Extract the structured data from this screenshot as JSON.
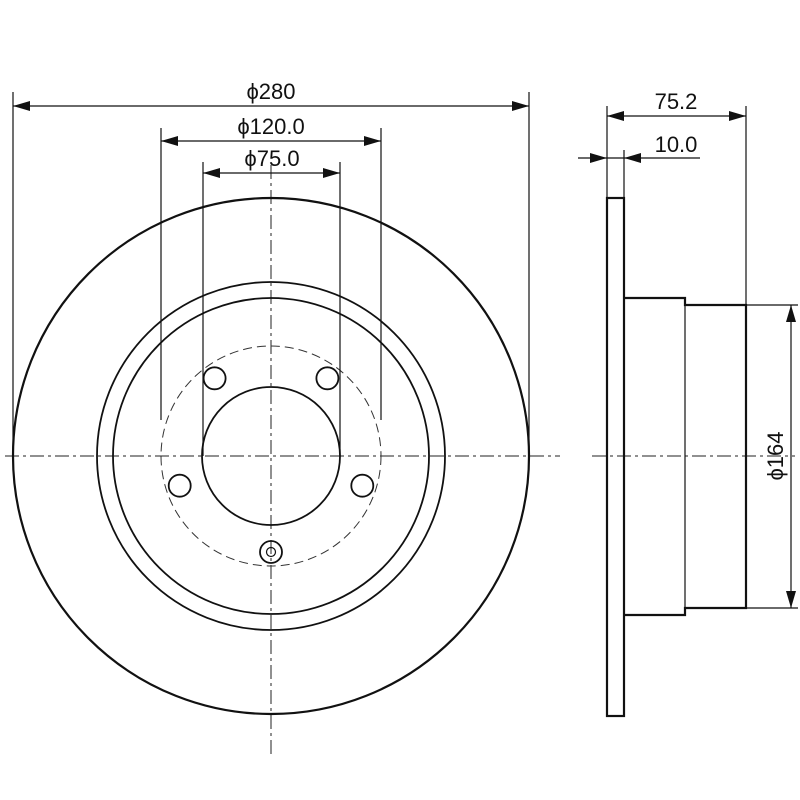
{
  "drawing": {
    "dimensions": {
      "outer_diameter": "ϕ280",
      "bore_pcd_diameter": "ϕ120.0",
      "center_bore_diameter": "ϕ75.0",
      "overall_height": "75.2",
      "disc_thickness": "10.0",
      "hat_diameter": "ϕ164"
    },
    "bolt_holes": 5,
    "colors": {
      "line": "#111111",
      "background": "#ffffff"
    }
  }
}
